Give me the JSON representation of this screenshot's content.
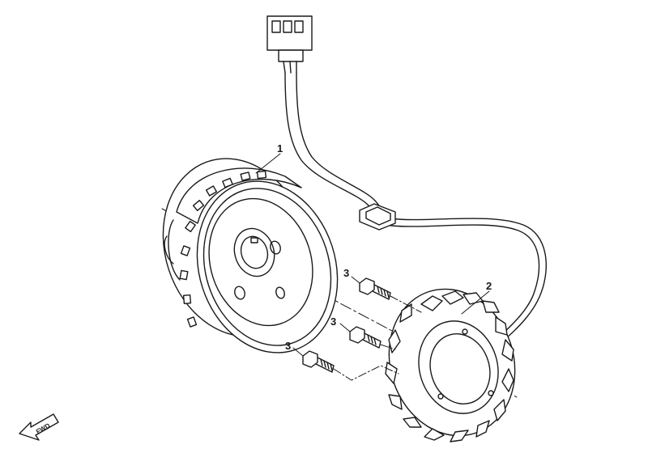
{
  "callouts": {
    "flywheel": "1",
    "stator": "2",
    "bolt_upper": "3",
    "bolt_middle": "3",
    "bolt_lower": "3"
  },
  "fwd_indicator": {
    "text": "FWD"
  },
  "colors": {
    "line": "#1a1a1a",
    "background": "#ffffff"
  }
}
